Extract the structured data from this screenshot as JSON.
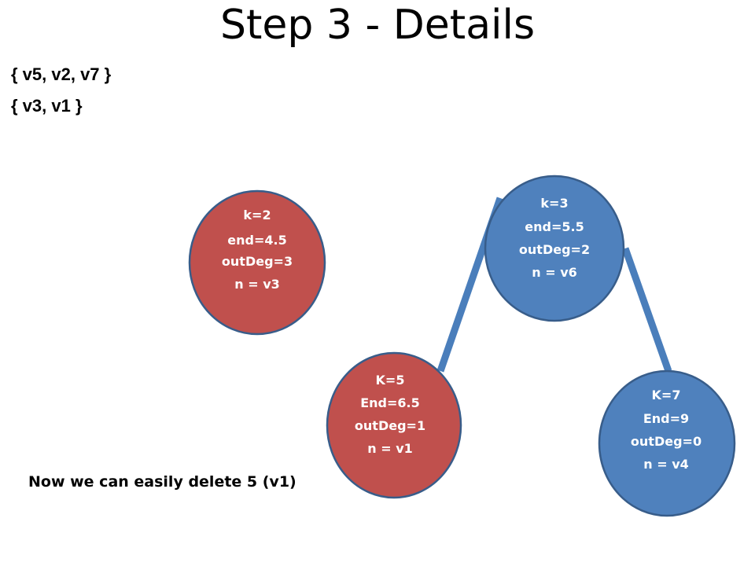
{
  "title": "Step 3 - Details",
  "sets": [
    "{ v5, v2, v7 }",
    "{ v3, v1 }"
  ],
  "note": "Now we can easily delete 5 (v1)",
  "colors": {
    "red_node": "#C0504D",
    "blue_node": "#4F81BD",
    "node_border": "#385D8A",
    "edge": "#4A7EBB"
  },
  "nodes": {
    "v3": {
      "color": "red",
      "lines": [
        "k=2",
        "end=4.5",
        "outDeg=3",
        "n = v3"
      ]
    },
    "v6": {
      "color": "blue",
      "lines": [
        "k=3",
        "end=5.5",
        "outDeg=2",
        "n = v6"
      ]
    },
    "v1": {
      "color": "red",
      "lines": [
        "K=5",
        "End=6.5",
        "outDeg=1",
        "n = v1"
      ]
    },
    "v4": {
      "color": "blue",
      "lines": [
        "K=7",
        "End=9",
        "outDeg=0",
        "n = v4"
      ]
    }
  },
  "edges": [
    {
      "from": "v6",
      "to": "v1"
    },
    {
      "from": "v6",
      "to": "v4"
    }
  ]
}
